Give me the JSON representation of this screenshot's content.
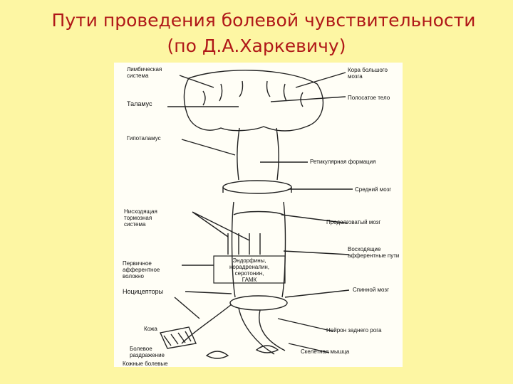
{
  "title": {
    "line1": "Пути проведения болевой чувствительности",
    "line2": "(по Д.А.Харкевичу)"
  },
  "diagram": {
    "labels_left": {
      "limbic": "Лимбическая\nсистема",
      "thalamus": "Таламус",
      "hypothalamus": "Гипоталамус",
      "descending": "Нисходящая\nтормозная\nсистема",
      "primary_afferent": "Первичное\nафферентное\nволокно",
      "nociceptors": "Ноцицепторы",
      "skin": "Кожа",
      "pain_stimulus": "Болевое\nраздражение",
      "bottom": "Кожные болевые"
    },
    "labels_right": {
      "cortex": "Кора большого\nмозга",
      "striatum": "Полосатое тело",
      "reticular": "Ретикулярная формация",
      "midbrain": "Средний мозг",
      "medulla": "Продолговатый мозг",
      "ascending": "Восходящие\nафферентные пути",
      "spinal": "Спинной мозг",
      "dorsal_horn": "Нейрон заднего рога",
      "muscle": "Скелетная мышца"
    },
    "box_text": "Эндорфины,\nнорадреналин,\nсеротонин,\nГАМК"
  }
}
